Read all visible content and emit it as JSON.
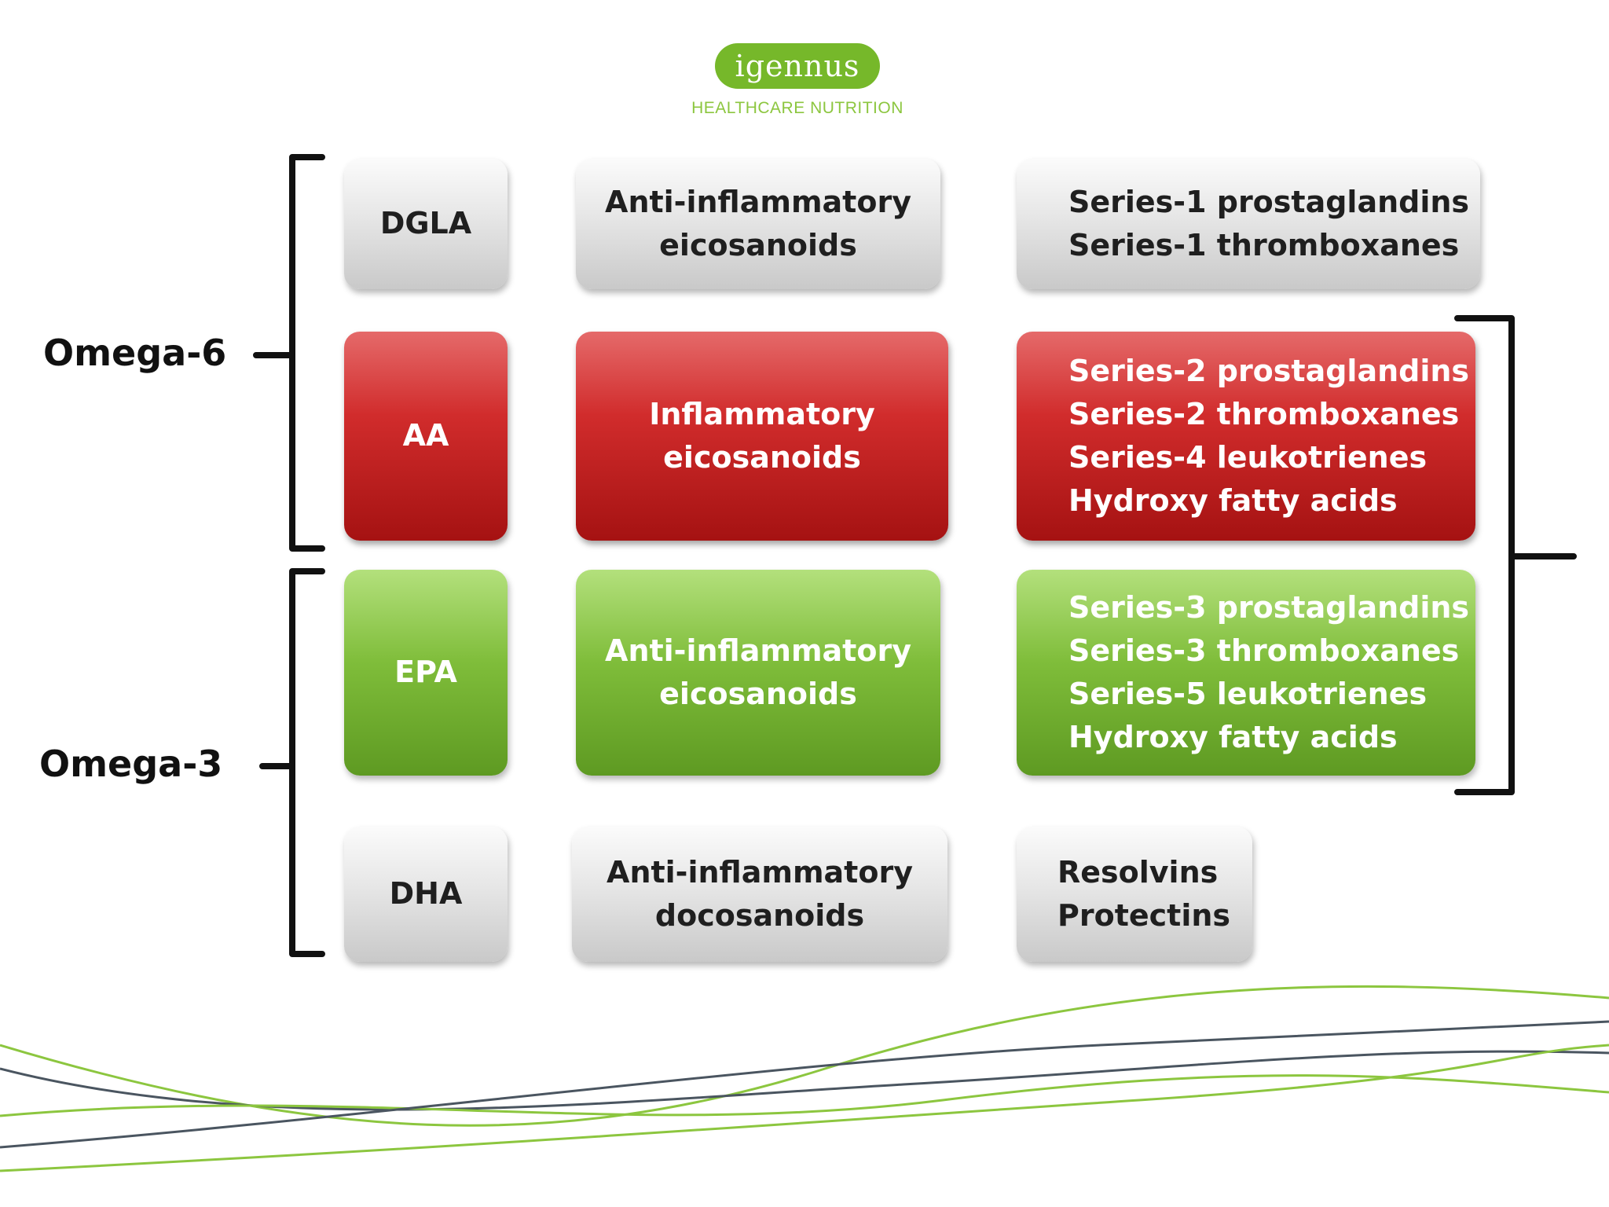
{
  "logo": {
    "name": "igennus",
    "tagline": "HEALTHCARE NUTRITION",
    "color": "#76b82a"
  },
  "groups": {
    "omega6": "Omega-6",
    "omega3": "Omega-3"
  },
  "rows": [
    {
      "color": "grey",
      "acid": "DGLA",
      "category": [
        "Anti-inflammatory",
        "eicosanoids"
      ],
      "products": [
        "Series-1 prostaglandins",
        "Series-1 thromboxanes"
      ]
    },
    {
      "color": "red",
      "acid": "AA",
      "category": [
        "Inflammatory",
        "eicosanoids"
      ],
      "products": [
        "Series-2 prostaglandins",
        "Series-2 thromboxanes",
        "Series-4 leukotrienes",
        "Hydroxy fatty acids"
      ]
    },
    {
      "color": "green",
      "acid": "EPA",
      "category": [
        "Anti-inflammatory",
        "eicosanoids"
      ],
      "products": [
        "Series-3 prostaglandins",
        "Series-3 thromboxanes",
        "Series-5 leukotrienes",
        "Hydroxy fatty acids"
      ]
    },
    {
      "color": "grey",
      "acid": "DHA",
      "category": [
        "Anti-inflammatory",
        "docosanoids"
      ],
      "products": [
        "Resolvins",
        "Protectins"
      ]
    }
  ],
  "colors": {
    "grey": "#e0e0e0",
    "red": "#c62020",
    "green": "#7ab435",
    "wave_green": "#8cc63f",
    "wave_dark": "#4a5560"
  }
}
